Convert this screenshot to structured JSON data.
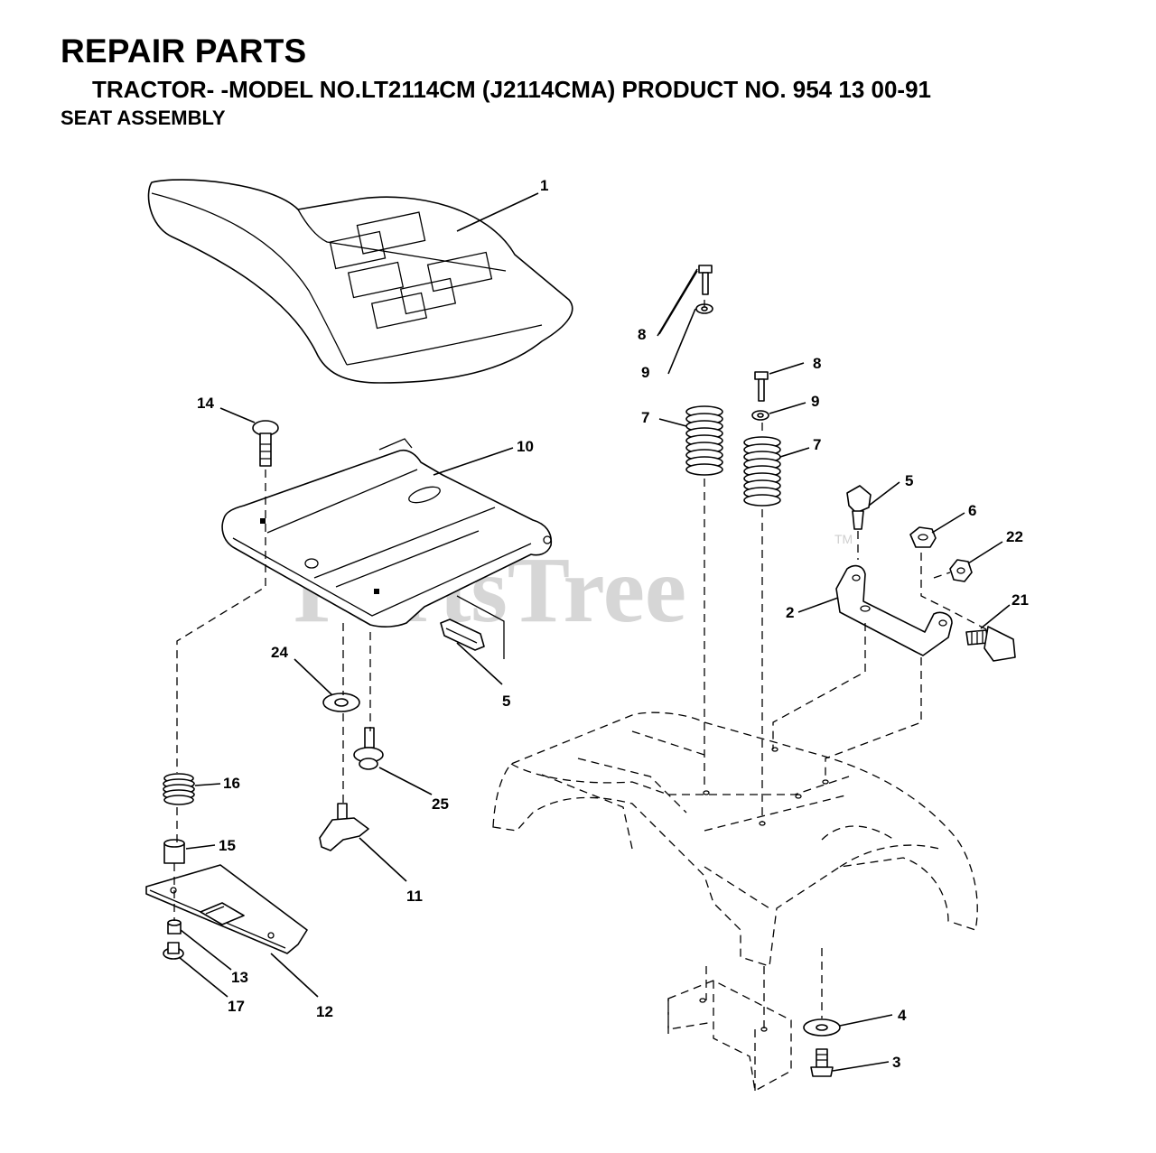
{
  "header": {
    "title": "REPAIR PARTS",
    "subtitle": "TRACTOR- -MODEL NO.LT2114CM (J2114CMA) PRODUCT NO. 954 13 00-91",
    "section": "SEAT ASSEMBLY"
  },
  "watermark": {
    "text": "PartsTree",
    "trademark": "TM"
  },
  "callouts": {
    "c1": "1",
    "c2": "2",
    "c3": "3",
    "c4": "4",
    "c5a": "5",
    "c5b": "5",
    "c6": "6",
    "c7a": "7",
    "c7b": "7",
    "c8a": "8",
    "c8b": "8",
    "c9a": "9",
    "c9b": "9",
    "c10": "10",
    "c11": "11",
    "c12": "12",
    "c13": "13",
    "c14": "14",
    "c15": "15",
    "c16": "16",
    "c17": "17",
    "c21": "21",
    "c22": "22",
    "c24": "24",
    "c25": "25"
  },
  "colors": {
    "ink": "#000000",
    "watermark": "#d6d6d6",
    "background": "#ffffff"
  }
}
